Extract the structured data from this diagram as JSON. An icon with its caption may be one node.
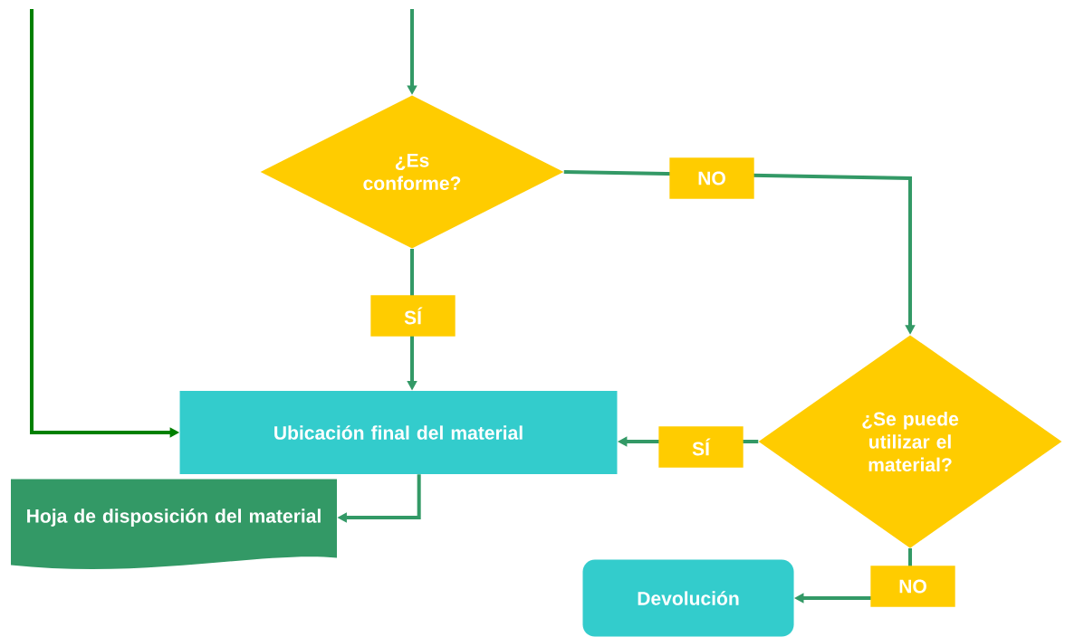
{
  "diagram": {
    "nodes": [
      {
        "text": [
          "¿Es conforme?"
        ]
      },
      {
        "text": [
          "Ubicación final del material"
        ]
      },
      {
        "text": [
          "¿Se puede utilizar el material?"
        ]
      },
      {
        "text": [
          "Hoja de disposición del material"
        ]
      },
      {
        "text": [
          "Devolución"
        ]
      }
    ],
    "edges": [
      {
        "from": null,
        "to": 0,
        "arrow": "to"
      },
      {
        "from": null,
        "to": 1,
        "arrow": "to",
        "color": "#008000"
      },
      {
        "from": 0,
        "to": 2,
        "arrow": "to",
        "label": "NO"
      },
      {
        "from": 0,
        "to": 1,
        "arrow": "to",
        "label": "SÍ"
      },
      {
        "from": 2,
        "to": 1,
        "arrow": "to",
        "label": "SÍ"
      },
      {
        "from": 1,
        "to": 3,
        "arrow": "to"
      },
      {
        "from": 2,
        "to": 4,
        "arrow": "to",
        "label": "NO"
      }
    ]
  }
}
